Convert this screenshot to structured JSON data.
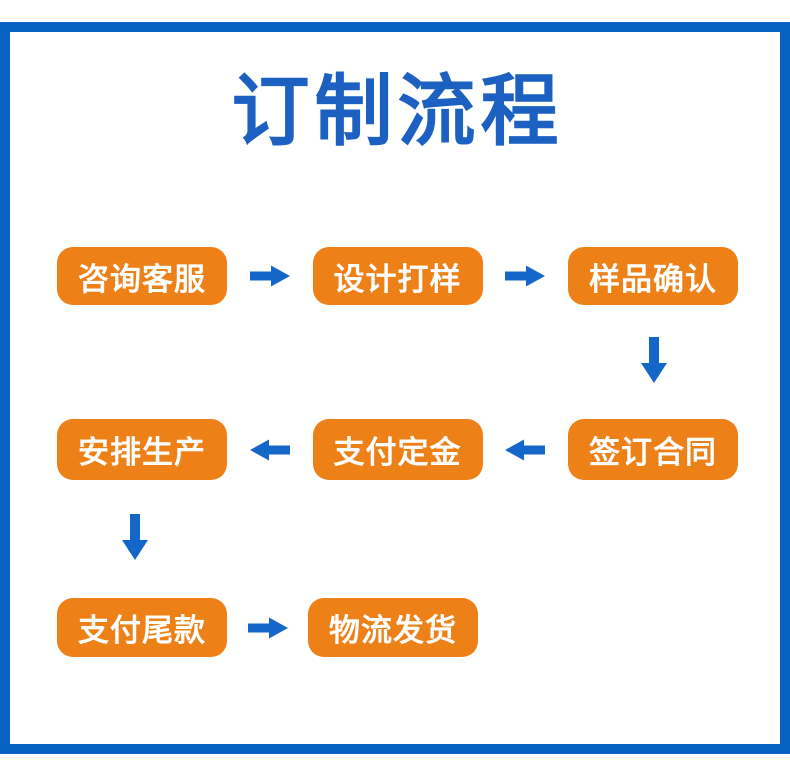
{
  "title": "订制流程",
  "colors": {
    "frame_blue": "#0663c4",
    "title_blue": "#1c60c2",
    "arrow_blue": "#1467c8",
    "step_orange": "#ee8018",
    "step_text": "#ffffff",
    "page_bg": "#ffffff"
  },
  "flow": {
    "rows": [
      {
        "direction": "right",
        "steps": [
          "咨询客服",
          "设计打样",
          "样品确认"
        ]
      },
      {
        "direction": "left",
        "steps": [
          "安排生产",
          "支付定金",
          "签订合同"
        ]
      },
      {
        "direction": "right",
        "steps": [
          "支付尾款",
          "物流发货"
        ]
      }
    ],
    "icons": {
      "arrow_right": "➡",
      "arrow_left": "⬅",
      "arrow_down": "⬇"
    }
  }
}
